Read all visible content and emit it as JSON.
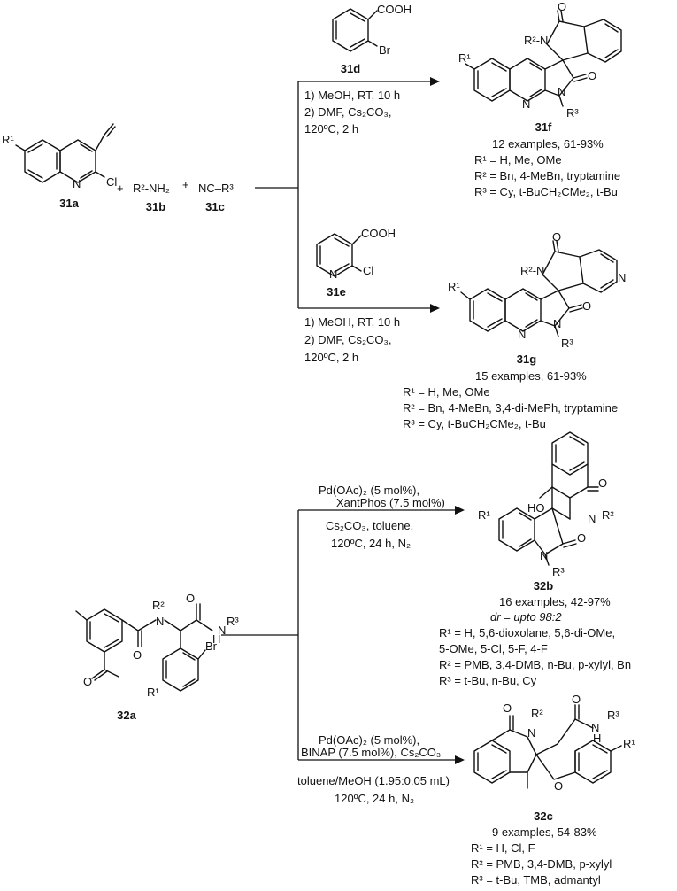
{
  "scheme_top": {
    "compounds": {
      "c31a": "31a",
      "c31b": "31b",
      "c31c": "31c",
      "c31d": "31d",
      "c31e": "31e",
      "c31f": "31f",
      "c31g": "31g"
    },
    "reagents": {
      "amine": "R²-NH₂",
      "isocyanide": "NC–R³",
      "plus1": "+",
      "plus2": "+"
    },
    "branch1": {
      "step1": "1) MeOH, RT, 10 h",
      "step2": "2) DMF, Cs₂CO₃,",
      "step3": "120ºC, 2 h",
      "examples": "12 examples, 61-93%",
      "r1": "R¹ = H, Me, OMe",
      "r2": "R² = Bn, 4-MeBn, tryptamine",
      "r3": "R³ = Cy, t-BuCH₂CMe₂, t-Bu"
    },
    "branch2": {
      "step1": "1) MeOH, RT, 10 h",
      "step2": "2) DMF, Cs₂CO₃,",
      "step3": "120ºC, 2 h",
      "examples": "15 examples, 61-93%",
      "r1": "R¹ = H, Me, OMe",
      "r2": "R² = Bn, 4-MeBn, 3,4-di-MePh, tryptamine",
      "r3": "R³ = Cy, t-BuCH₂CMe₂, t-Bu"
    }
  },
  "scheme_bottom": {
    "compounds": {
      "c32a": "32a",
      "c32b": "32b",
      "c32c": "32c"
    },
    "branch1": {
      "cond1": "Pd(OAc)₂ (5 mol%),",
      "cond2": "XantPhos (7.5 mol%)",
      "cond3": "Cs₂CO₃, toluene,",
      "cond4": "120ºC, 24 h, N₂",
      "examples": "16 examples, 42-97%",
      "dr": "dr = upto 98:2",
      "r1a": "R¹ = H, 5,6-dioxolane, 5,6-di-OMe,",
      "r1b": "5-OMe, 5-Cl, 5-F, 4-F",
      "r2": "R² = PMB, 3,4-DMB, n-Bu, p-xylyl, Bn",
      "r3": "R³ = t-Bu, n-Bu, Cy"
    },
    "branch2": {
      "cond1": "Pd(OAc)₂ (5 mol%),",
      "cond2": "BINAP (7.5 mol%), Cs₂CO₃",
      "cond3": "toluene/MeOH (1.95:0.05 mL)",
      "cond4": "120ºC, 24 h, N₂",
      "examples": "9 examples, 54-83%",
      "r1": "R¹ = H, Cl, F",
      "r2": "R² = PMB, 3,4-DMB, p-xylyl",
      "r3": "R³ = t-Bu, TMB, admantyl"
    }
  },
  "atoms": {
    "cooh": "COOH",
    "br": "Br",
    "cl": "Cl",
    "n": "N",
    "o": "O",
    "oh": "HO",
    "nh": "H",
    "r1": "R¹",
    "r2": "R²",
    "r3": "R³",
    "r2n": "R²-N"
  }
}
